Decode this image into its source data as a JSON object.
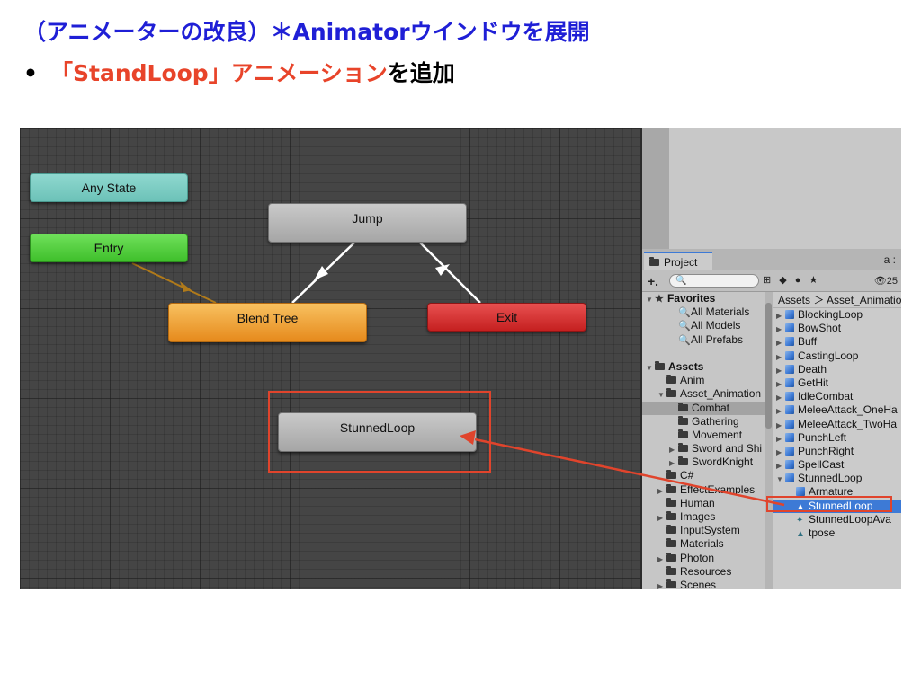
{
  "slide": {
    "title": "（アニメーターの改良）＊Animatorウインドウを展開",
    "bullet": "•",
    "bullet_highlight": "「StandLoop」アニメーション",
    "bullet_rest": "を追加"
  },
  "animator": {
    "nodes": {
      "any_state": "Any State",
      "entry": "Entry",
      "jump": "Jump",
      "blend_tree": "Blend Tree",
      "exit": "Exit",
      "stunned_loop": "StunnedLoop"
    }
  },
  "project": {
    "tab_label": "Project",
    "tab_right": "a :",
    "toolbar": {
      "plus": "+.",
      "search_icon": "🔍",
      "count": "👁25"
    },
    "tree": [
      {
        "label": "Favorites",
        "tri": "▼",
        "icon": "★",
        "indent": 0,
        "bold": true
      },
      {
        "label": "All Materials",
        "tri": "",
        "icon": "🔍",
        "indent": 2
      },
      {
        "label": "All Models",
        "tri": "",
        "icon": "🔍",
        "indent": 2
      },
      {
        "label": "All Prefabs",
        "tri": "",
        "icon": "🔍",
        "indent": 2
      },
      {
        "label": "",
        "tri": "",
        "icon": "",
        "indent": 0
      },
      {
        "label": "Assets",
        "tri": "▼",
        "icon": "folder",
        "indent": 0,
        "bold": true
      },
      {
        "label": "Anim",
        "tri": "",
        "icon": "folder",
        "indent": 1
      },
      {
        "label": "Asset_Animation",
        "tri": "▼",
        "icon": "folder",
        "indent": 1
      },
      {
        "label": "Combat",
        "tri": "",
        "icon": "folder",
        "indent": 2,
        "selected": true
      },
      {
        "label": "Gathering",
        "tri": "",
        "icon": "folder",
        "indent": 2
      },
      {
        "label": "Movement",
        "tri": "",
        "icon": "folder",
        "indent": 2
      },
      {
        "label": "Sword and Shi",
        "tri": "▶",
        "icon": "folder",
        "indent": 2
      },
      {
        "label": "SwordKnight",
        "tri": "▶",
        "icon": "folder",
        "indent": 2
      },
      {
        "label": "C#",
        "tri": "",
        "icon": "folder",
        "indent": 1
      },
      {
        "label": "EffectExamples",
        "tri": "▶",
        "icon": "folder",
        "indent": 1
      },
      {
        "label": "Human",
        "tri": "",
        "icon": "folder",
        "indent": 1
      },
      {
        "label": "Images",
        "tri": "▶",
        "icon": "folder",
        "indent": 1
      },
      {
        "label": "InputSystem",
        "tri": "",
        "icon": "folder",
        "indent": 1
      },
      {
        "label": "Materials",
        "tri": "",
        "icon": "folder",
        "indent": 1
      },
      {
        "label": "Photon",
        "tri": "▶",
        "icon": "folder",
        "indent": 1
      },
      {
        "label": "Resources",
        "tri": "",
        "icon": "folder",
        "indent": 1
      },
      {
        "label": "Scenes",
        "tri": "▶",
        "icon": "folder",
        "indent": 1
      }
    ],
    "breadcrumb": "Assets ＞ Asset_Animation",
    "files": [
      {
        "label": "BlockingLoop",
        "tri": "▶",
        "kind": "cube",
        "indent": 0
      },
      {
        "label": "BowShot",
        "tri": "▶",
        "kind": "cube",
        "indent": 0
      },
      {
        "label": "Buff",
        "tri": "▶",
        "kind": "cube",
        "indent": 0
      },
      {
        "label": "CastingLoop",
        "tri": "▶",
        "kind": "cube",
        "indent": 0
      },
      {
        "label": "Death",
        "tri": "▶",
        "kind": "cube",
        "indent": 0
      },
      {
        "label": "GetHit",
        "tri": "▶",
        "kind": "cube",
        "indent": 0
      },
      {
        "label": "IdleCombat",
        "tri": "▶",
        "kind": "cube",
        "indent": 0
      },
      {
        "label": "MeleeAttack_OneHa",
        "tri": "▶",
        "kind": "cube",
        "indent": 0
      },
      {
        "label": "MeleeAttack_TwoHa",
        "tri": "▶",
        "kind": "cube",
        "indent": 0
      },
      {
        "label": "PunchLeft",
        "tri": "▶",
        "kind": "cube",
        "indent": 0
      },
      {
        "label": "PunchRight",
        "tri": "▶",
        "kind": "cube",
        "indent": 0
      },
      {
        "label": "SpellCast",
        "tri": "▶",
        "kind": "cube",
        "indent": 0
      },
      {
        "label": "StunnedLoop",
        "tri": "▼",
        "kind": "cube",
        "indent": 0
      },
      {
        "label": "Armature",
        "tri": "",
        "kind": "cube",
        "indent": 1
      },
      {
        "label": "StunnedLoop",
        "tri": "",
        "kind": "anim",
        "indent": 1,
        "selected": true
      },
      {
        "label": "StunnedLoopAva",
        "tri": "",
        "kind": "avatar",
        "indent": 1
      },
      {
        "label": "tpose",
        "tri": "",
        "kind": "anim",
        "indent": 1
      }
    ]
  },
  "colors": {
    "title_blue": "#1f1fd6",
    "highlight_red": "#e8442a",
    "selection_blue": "#3d7ad6"
  }
}
